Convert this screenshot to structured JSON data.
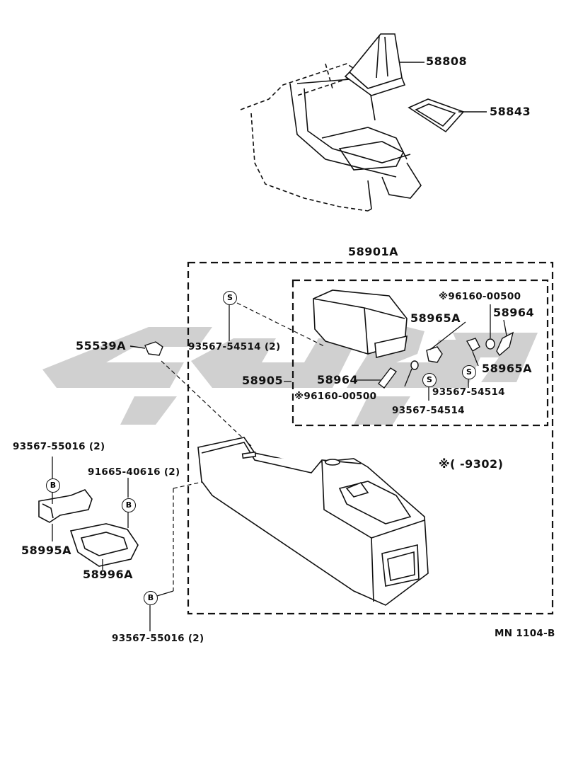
{
  "diagram": {
    "parts": {
      "p58808": "58808",
      "p58843": "58843",
      "p58901A": "58901A",
      "p96160_top": "※96160-00500",
      "p58964_top": "58964",
      "p58965A_top": "58965A",
      "p93567_54514_2": "93567-54514 (2)",
      "p55539A": "55539A",
      "p58905": "58905",
      "p58964_mid": "58964",
      "p58965A_right": "58965A",
      "p93567_54514_right": "93567-54514",
      "p96160_mid": "※96160-00500",
      "p93567_54514_mid": "93567-54514",
      "p93567_55016_left": "93567-55016 (2)",
      "p91665_40616": "91665-40616 (2)",
      "p58995A": "58995A",
      "p58996A": "58996A",
      "p93567_55016_bottom": "93567-55016 (2)"
    },
    "note": "※(      -9302)",
    "figure_code": "MN 1104-B",
    "markers": {
      "s": "S",
      "b": "B"
    },
    "watermark_color": "#c8c8c8"
  }
}
